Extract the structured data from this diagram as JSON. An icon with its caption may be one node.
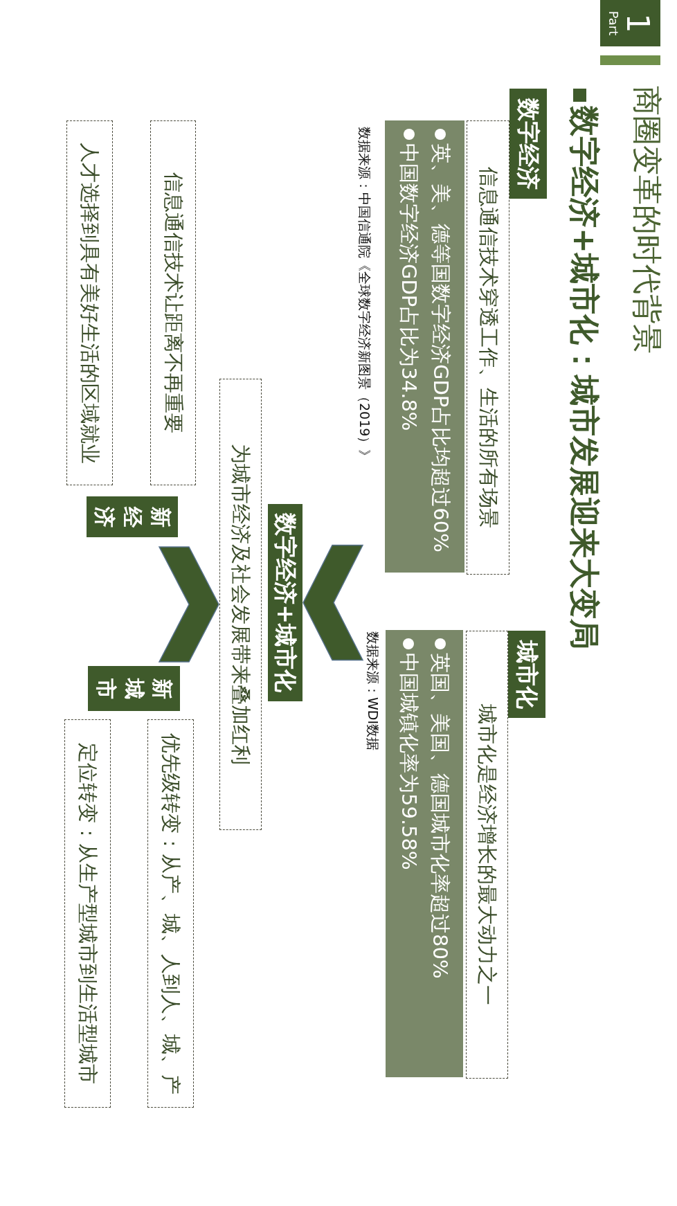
{
  "diagram": {
    "title": "商圈变革的时代背景",
    "nodes": [
      {
        "text": [
          "1",
          "Part"
        ]
      },
      {
        "text": [
          "数字经济"
        ]
      },
      {
        "text": [
          "信息通信技术穿透工作、生活的所有场景"
        ]
      },
      {
        "text": [
          "英、美、德等国数字经济GDP占比均超过60%",
          "中国数字经济GDP占比为34.8%"
        ],
        "beside": [
          "数据来源：中国信通院《全球数字经济新图景（2019）》"
        ]
      },
      {
        "text": [
          "城市化"
        ]
      },
      {
        "text": [
          "城市化是经济增长的最大动力之一"
        ]
      },
      {
        "text": [
          "英国、美国、德国城市化率超过80%",
          "中国城镇化率为59.58%"
        ],
        "beside": [
          "数据来源：WDI数据"
        ]
      },
      {
        "text": [
          "数字经济+城市化"
        ]
      },
      {
        "text": [
          "为城市经济及社会发展带来叠加红利"
        ]
      },
      {
        "text": [
          "新经济"
        ]
      },
      {
        "text": [
          "信息通信技术让距离不再重要"
        ]
      },
      {
        "text": [
          "人才选择到具有美好生活的区域就业"
        ]
      },
      {
        "text": [
          "新城市"
        ]
      },
      {
        "text": [
          "优先级转变：从产、城、人到人、城、产"
        ]
      },
      {
        "text": [
          "定位转变：从生产型城市到生活型城市"
        ]
      }
    ],
    "edges": [
      {
        "from": null,
        "to": 7,
        "arrow": "to"
      },
      {
        "from": null,
        "to": 8,
        "arrow": "to"
      }
    ],
    "labels": [
      "数字经济+城市化：城市发展迎来大变局"
    ]
  }
}
